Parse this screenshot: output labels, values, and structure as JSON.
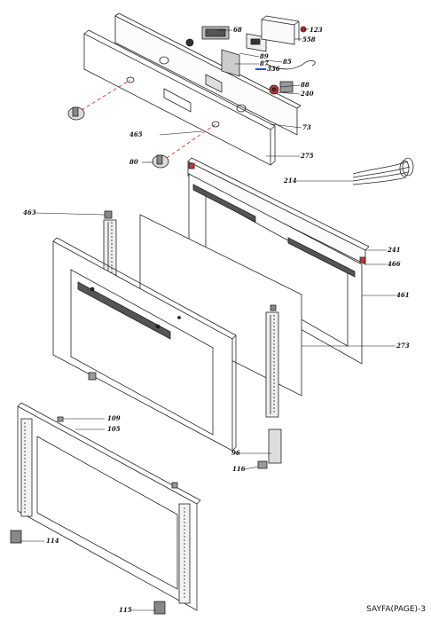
{
  "footer": "SAYFA(PAGE)-3",
  "callouts": [
    {
      "id": "c68",
      "label": "68"
    },
    {
      "id": "c123",
      "label": "123"
    },
    {
      "id": "c558",
      "label": "558"
    },
    {
      "id": "c89",
      "label": "89"
    },
    {
      "id": "c87",
      "label": "87"
    },
    {
      "id": "c85",
      "label": "85"
    },
    {
      "id": "c336",
      "label": "336"
    },
    {
      "id": "c88",
      "label": "88"
    },
    {
      "id": "c240",
      "label": "240"
    },
    {
      "id": "c73",
      "label": "73"
    },
    {
      "id": "c465",
      "label": "465"
    },
    {
      "id": "c275",
      "label": "275"
    },
    {
      "id": "c80",
      "label": "80"
    },
    {
      "id": "c214",
      "label": "214"
    },
    {
      "id": "c463",
      "label": "463"
    },
    {
      "id": "c241",
      "label": "241"
    },
    {
      "id": "c466",
      "label": "466"
    },
    {
      "id": "c461",
      "label": "461"
    },
    {
      "id": "c273",
      "label": "273"
    },
    {
      "id": "c96",
      "label": "96"
    },
    {
      "id": "c116",
      "label": "116"
    },
    {
      "id": "c109",
      "label": "109"
    },
    {
      "id": "c105",
      "label": "105"
    },
    {
      "id": "c114",
      "label": "114"
    },
    {
      "id": "c115",
      "label": "115"
    }
  ]
}
